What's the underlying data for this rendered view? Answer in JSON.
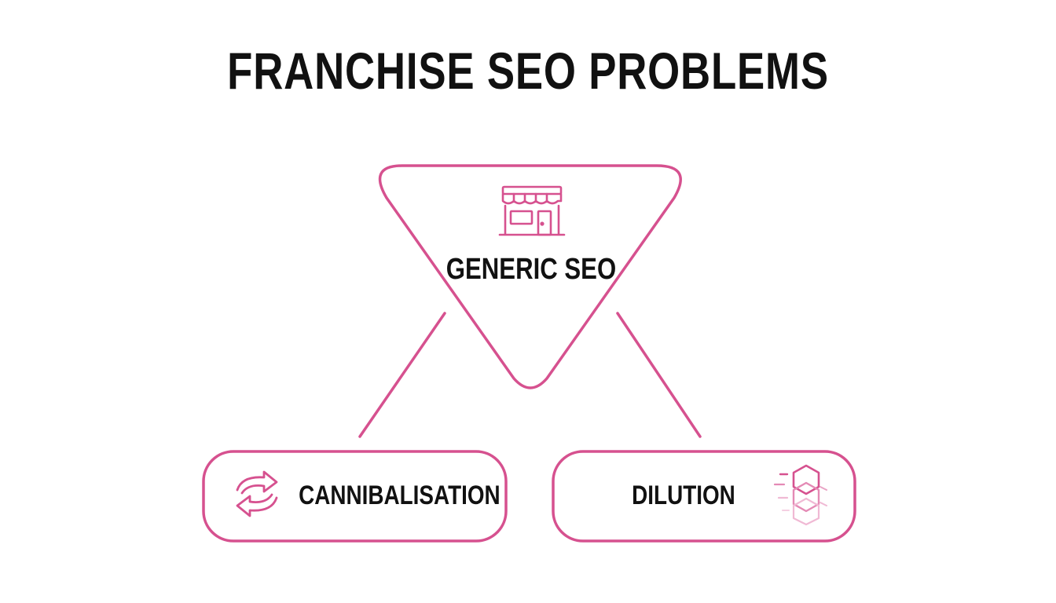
{
  "title": "FRANCHISE SEO PROBLEMS",
  "colors": {
    "accent": "#d6518f",
    "accent_light": "#f0b9d4",
    "text": "#111111",
    "background": "#ffffff"
  },
  "nodes": {
    "top": {
      "label": "GENERIC SEO",
      "icon": "storefront-icon"
    },
    "left": {
      "label": "CANNIBALISATION",
      "icon": "cycle-arrows-icon"
    },
    "right": {
      "label": "DILUTION",
      "icon": "fading-hexagon-stack-icon"
    }
  }
}
